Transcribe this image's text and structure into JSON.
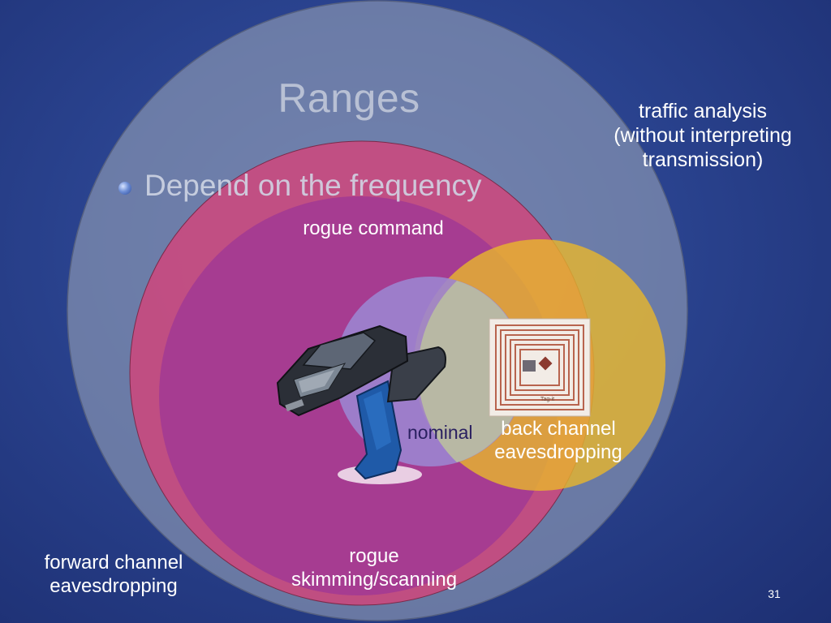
{
  "slide": {
    "title": "Ranges",
    "bullet": "Depend on the frequency",
    "number": "31"
  },
  "labels": {
    "traffic_analysis": "traffic analysis\n(without interpreting\ntransmission)",
    "rogue_command": "rogue command",
    "nominal": "nominal",
    "back_channel": "back channel\neavesdropping",
    "forward_channel": "forward channel\neavesdropping",
    "rogue_skimming": "rogue\nskimming/scanning"
  },
  "colors": {
    "background": "#2a438f",
    "outer_circle": "#7d8aa8",
    "pink_circle": "#c4417a",
    "magenta_circle": "#a2388e",
    "yellow_circle": "#e3b42e",
    "purple_circle": "#9a7ac8",
    "overlap": "#b9b9a6"
  },
  "icons": {
    "reader": "handheld-rfid-reader-icon",
    "tag": "rfid-tag-icon",
    "bullet": "bullet-dot-icon"
  }
}
